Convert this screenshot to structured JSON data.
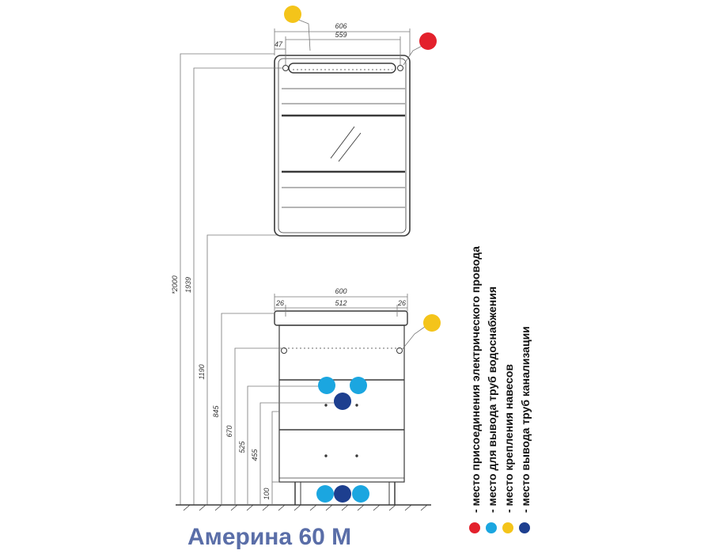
{
  "product_name": "Америна 60 М",
  "colors": {
    "title": "#5a6ea8",
    "red": "#e3212c",
    "light_blue": "#1ba6e0",
    "yellow": "#f4c41a",
    "dark_blue": "#1d3f8f",
    "line": "#3a3a3a",
    "dim_line": "#777777"
  },
  "legend": [
    {
      "color_name": "red",
      "text": "- место присоединения электрического провода"
    },
    {
      "color_name": "light_blue",
      "text": "- место для вывода труб водоснабжения"
    },
    {
      "color_name": "yellow",
      "text": "- место крепления навесов"
    },
    {
      "color_name": "dark_blue",
      "text": "- место вывода труб канализации"
    }
  ],
  "mirror": {
    "width_total": "606",
    "width_inner": "559",
    "hook_offset": "47",
    "height_top": "*2000",
    "height_hooks": "1939",
    "height_bottom": "1190"
  },
  "vanity": {
    "width_total": "600",
    "side_left": "26",
    "width_inner": "512",
    "side_right": "26",
    "h_845": "845",
    "h_670": "670",
    "h_525": "525",
    "h_455": "455",
    "h_100": "100"
  }
}
